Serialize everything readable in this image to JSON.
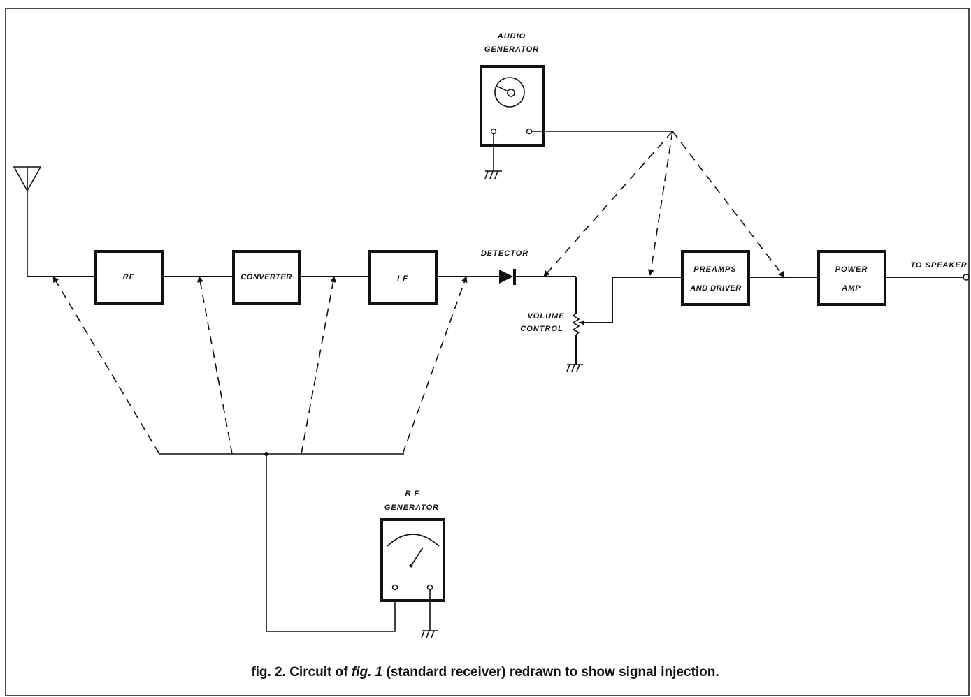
{
  "blocks": {
    "rf": "RF",
    "converter": "CONVERTER",
    "if": "I F",
    "preamps_line1": "PREAMPS",
    "preamps_line2": "AND DRIVER",
    "power_line1": "POWER",
    "power_line2": "AMP"
  },
  "labels": {
    "audio_generator_line1": "AUDIO",
    "audio_generator_line2": "GENERATOR",
    "rf_generator_line1": "R F",
    "rf_generator_line2": "GENERATOR",
    "detector": "DETECTOR",
    "volume_line1": "VOLUME",
    "volume_line2": "CONTROL",
    "to_speaker": "TO SPEAKER"
  },
  "caption": {
    "prefix": "fig. 2. Circuit of ",
    "ref": "fig. 1",
    "suffix": " (standard receiver) redrawn to show signal injection."
  }
}
